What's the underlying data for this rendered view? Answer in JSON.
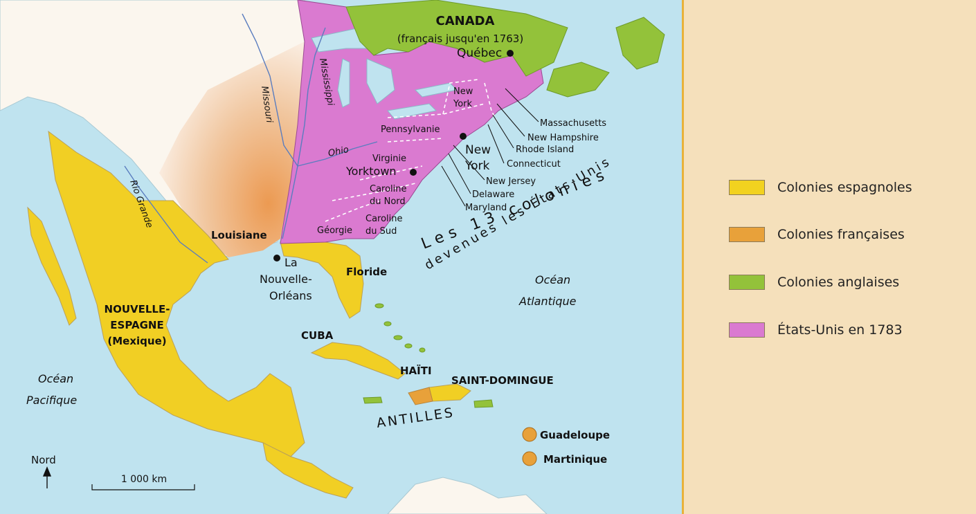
{
  "map": {
    "regions": {
      "canada": "CANADA",
      "canada_note": "(français jusqu'en 1763)",
      "louisiane": "Louisiane",
      "nouvelle_espagne_1": "NOUVELLE-",
      "nouvelle_espagne_2": "ESPAGNE",
      "nouvelle_espagne_3": "(Mexique)",
      "floride": "Floride",
      "cuba": "CUBA",
      "haiti": "HAÏTI",
      "saint_domingue": "SAINT-DOMINGUE",
      "antilles": "ANTILLES"
    },
    "cities": {
      "quebec": "Québec",
      "yorktown": "Yorktown",
      "new_york_1": "New",
      "new_york_2": "York",
      "la_nouvelle_orleans_1": "La",
      "la_nouvelle_orleans_2": "Nouvelle-",
      "la_nouvelle_orleans_3": "Orléans",
      "guadeloupe": "Guadeloupe",
      "martinique": "Martinique"
    },
    "colonies": {
      "new_york_state_1": "New",
      "new_york_state_2": "York",
      "pennsylvanie": "Pennsylvanie",
      "virginie": "Virginie",
      "caroline_nord_1": "Caroline",
      "caroline_nord_2": "du Nord",
      "caroline_sud_1": "Caroline",
      "caroline_sud_2": "du Sud",
      "georgie": "Géorgie",
      "massachusetts": "Massachusetts",
      "new_hampshire": "New Hampshire",
      "rhode_island": "Rhode Island",
      "connecticut": "Connecticut",
      "new_jersey": "New Jersey",
      "delaware": "Delaware",
      "maryland": "Maryland"
    },
    "rivers": {
      "missouri": "Missouri",
      "mississippi": "Mississippi",
      "ohio": "Ohio",
      "rio_grande": "Rio Grande"
    },
    "oceans": {
      "atlantique_1": "Océan",
      "atlantique_2": "Atlantique",
      "pacifique_1": "Océan",
      "pacifique_2": "Pacifique"
    },
    "caption_1": "Les 13 colonies",
    "caption_2": "devenues les États-Unis",
    "north_label": "Nord",
    "scale_label": "1 000 km"
  },
  "legend": {
    "items": [
      {
        "label": "Colonies espagnoles",
        "color": "#f2d21f"
      },
      {
        "label": "Colonies françaises",
        "color": "#e8a13a"
      },
      {
        "label": "Colonies anglaises",
        "color": "#93c23a"
      },
      {
        "label": "États-Unis en 1783",
        "color": "#da7ad0"
      }
    ]
  },
  "colors": {
    "ocean": "#bfe3ef",
    "land": "#fbf6ee",
    "frame": "#e8b23a"
  }
}
